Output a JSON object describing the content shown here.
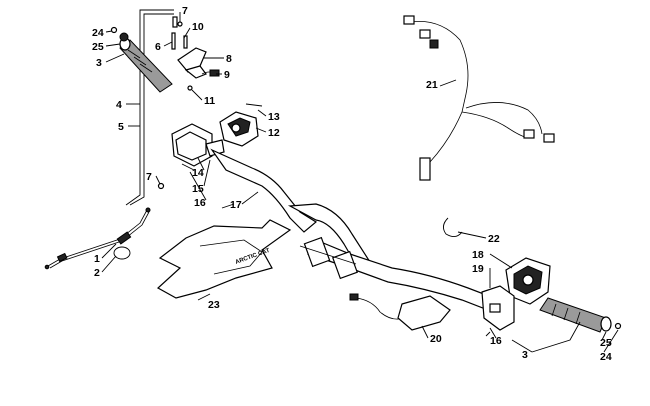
{
  "labels": {
    "l1": "1",
    "l2": "2",
    "l3a": "3",
    "l3b": "3",
    "l4": "4",
    "l5": "5",
    "l6": "6",
    "l7a": "7",
    "l7b": "7",
    "l8": "8",
    "l9": "9",
    "l10": "10",
    "l11": "11",
    "l12": "12",
    "l13": "13",
    "l14": "14",
    "l15": "15",
    "l16a": "16",
    "l16b": "16",
    "l17": "17",
    "l18": "18",
    "l19": "19",
    "l20": "20",
    "l21": "21",
    "l22": "22",
    "l23": "23",
    "l24a": "24",
    "l24b": "24",
    "l25a": "25",
    "l25b": "25"
  },
  "pad_lettering": "ARCTIC CAT"
}
